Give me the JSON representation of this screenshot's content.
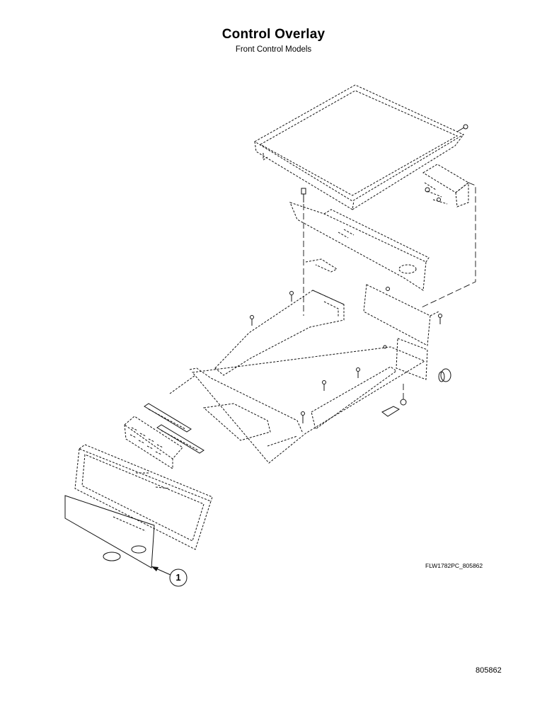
{
  "header": {
    "title": "Control Overlay",
    "subtitle": "Front Control Models"
  },
  "callouts": [
    {
      "label": "1"
    }
  ],
  "footer": {
    "drawing_id": "FLW1782PC_805862",
    "page_number": "805862"
  }
}
